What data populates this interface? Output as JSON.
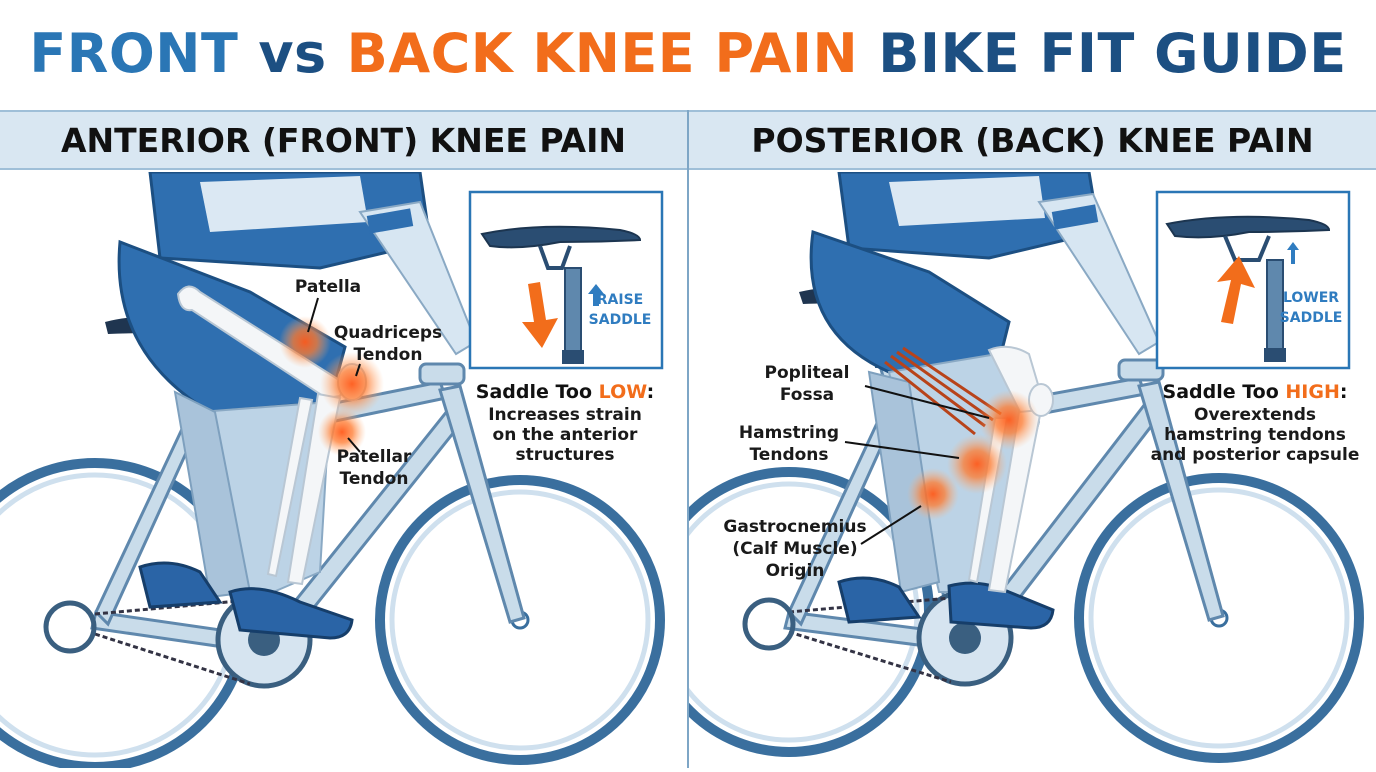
{
  "title": {
    "part1": "FRONT",
    "part2": "vs",
    "part3": "BACK KNEE PAIN",
    "part4": "BIKE FIT GUIDE"
  },
  "left_panel": {
    "heading": "ANTERIOR (FRONT) KNEE PAIN",
    "labels": {
      "patella": "Patella",
      "quadriceps_1": "Quadriceps",
      "quadriceps_2": "Tendon",
      "patellar_1": "Patellar",
      "patellar_2": "Tendon"
    },
    "inset": {
      "arrow_label_1": "RAISE",
      "arrow_label_2": "SADDLE"
    },
    "caption": {
      "lead": "Saddle Too ",
      "highlight": "LOW",
      "colon": ":",
      "line2": "Increases strain",
      "line3": "on the anterior",
      "line4": "structures"
    }
  },
  "right_panel": {
    "heading": "POSTERIOR (BACK) KNEE PAIN",
    "labels": {
      "popliteal_1": "Popliteal",
      "popliteal_2": "Fossa",
      "hamstring_1": "Hamstring",
      "hamstring_2": "Tendons",
      "gastroc_1": "Gastrocnemius",
      "gastroc_2": "(Calf Muscle)",
      "gastroc_3": "Origin"
    },
    "inset": {
      "arrow_label_1": "LOWER",
      "arrow_label_2": "SADDLE"
    },
    "caption": {
      "lead": "Saddle Too ",
      "highlight": "HIGH",
      "colon": ":",
      "line2": "Overextends",
      "line3": "hamstring tendons",
      "line4": "and posterior capsule"
    }
  },
  "colors": {
    "blue": "#2a76b5",
    "orange": "#f26d1b",
    "navy": "#1c4f82",
    "frame": "#c9dcea",
    "jersey": "#2f6fb0",
    "pain": "#f26d1b"
  }
}
